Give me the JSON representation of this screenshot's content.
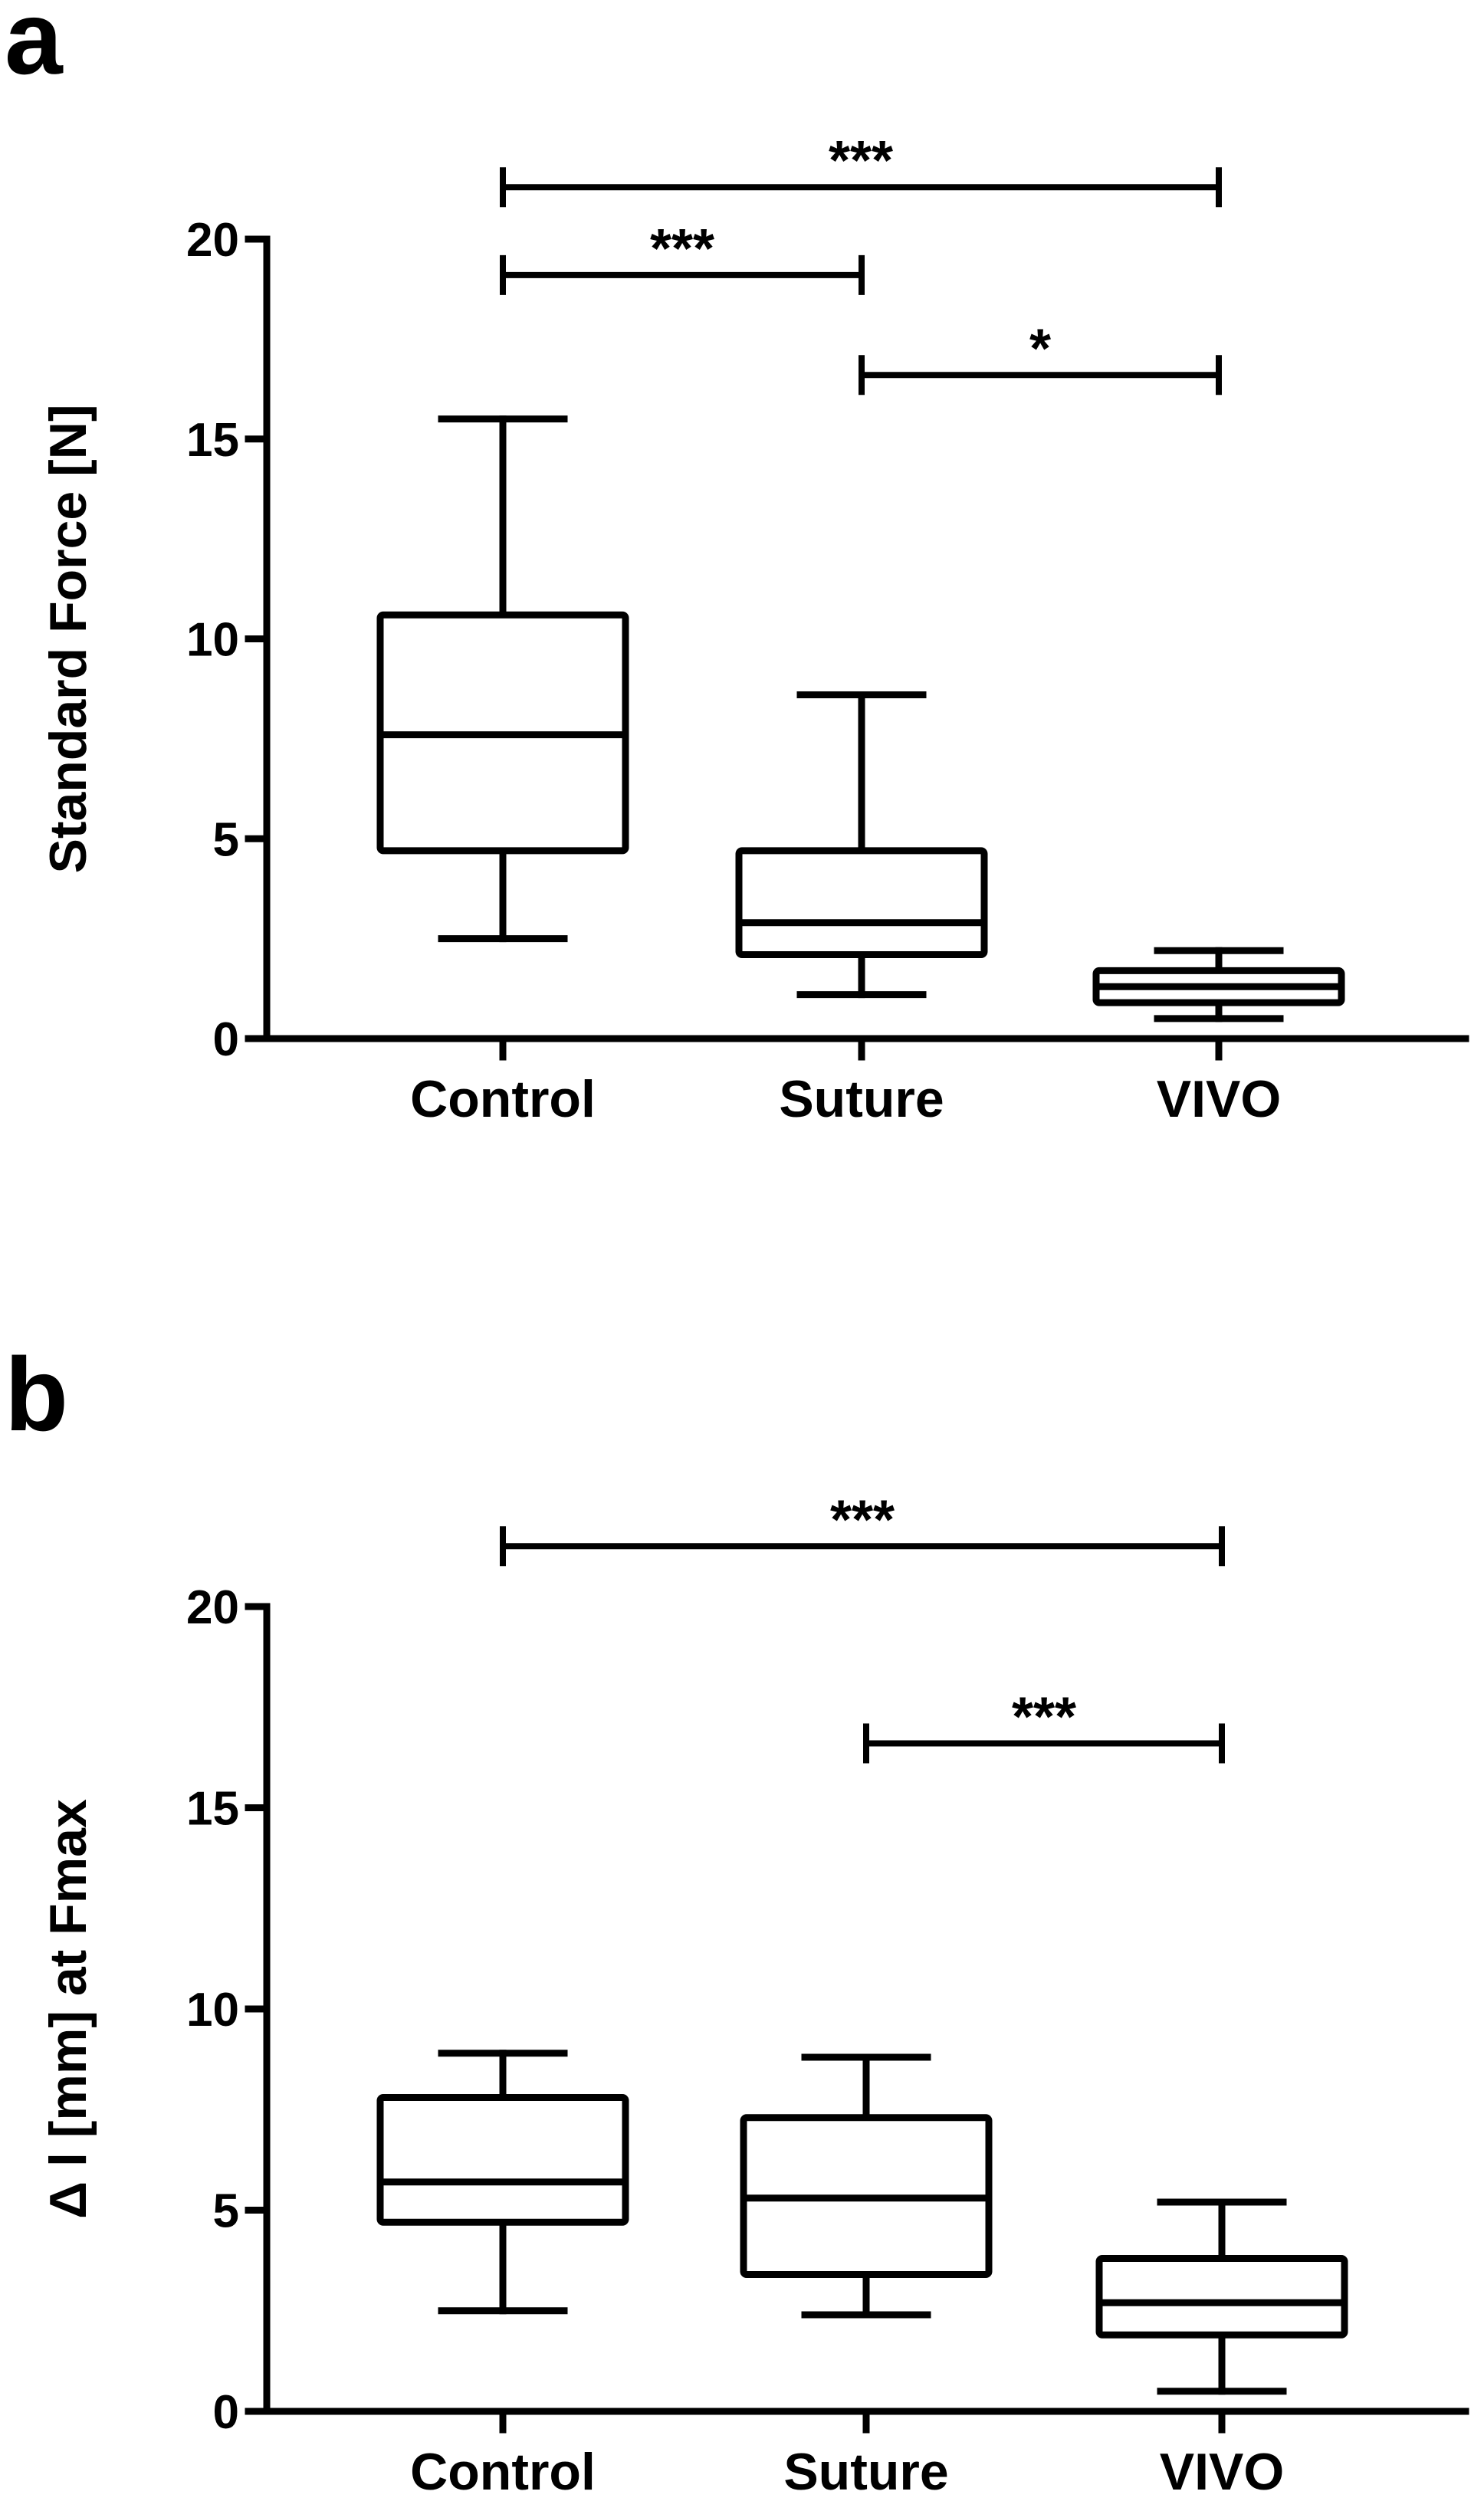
{
  "chart_data": [
    {
      "panel": "a",
      "type": "box",
      "ylabel": "Standard Force [N]",
      "ylim": [
        0,
        20
      ],
      "yticks": [
        0,
        5,
        10,
        15,
        20
      ],
      "categories": [
        "Control",
        "Suture",
        "VIVO"
      ],
      "boxes": [
        {
          "category": "Control",
          "min": 2.5,
          "q1": 4.7,
          "median": 7.6,
          "q3": 10.6,
          "max": 15.5
        },
        {
          "category": "Suture",
          "min": 1.1,
          "q1": 2.1,
          "median": 2.9,
          "q3": 4.7,
          "max": 8.6
        },
        {
          "category": "VIVO",
          "min": 0.5,
          "q1": 0.9,
          "median": 1.3,
          "q3": 1.7,
          "max": 2.2
        }
      ],
      "significance": [
        {
          "from": 0,
          "to": 2,
          "y": 21.3,
          "label": "***"
        },
        {
          "from": 0,
          "to": 1,
          "y": 19.1,
          "label": "***"
        },
        {
          "from": 1,
          "to": 2,
          "y": 16.6,
          "label": "*"
        }
      ]
    },
    {
      "panel": "b",
      "type": "box",
      "ylabel": "Δ l [mm] at Fmax",
      "ylim": [
        0,
        20
      ],
      "yticks": [
        0,
        5,
        10,
        15,
        20
      ],
      "categories": [
        "Control",
        "Suture",
        "VIVO"
      ],
      "boxes": [
        {
          "category": "Control",
          "min": 2.5,
          "q1": 4.7,
          "median": 5.7,
          "q3": 7.8,
          "max": 8.9
        },
        {
          "category": "Suture",
          "min": 2.4,
          "q1": 3.4,
          "median": 5.3,
          "q3": 7.3,
          "max": 8.8
        },
        {
          "category": "VIVO",
          "min": 0.5,
          "q1": 1.9,
          "median": 2.7,
          "q3": 3.8,
          "max": 5.2
        }
      ],
      "significance": [
        {
          "from": 0,
          "to": 2,
          "y": 21.5,
          "label": "***"
        },
        {
          "from": 1,
          "to": 2,
          "y": 16.6,
          "label": "***"
        }
      ]
    }
  ]
}
